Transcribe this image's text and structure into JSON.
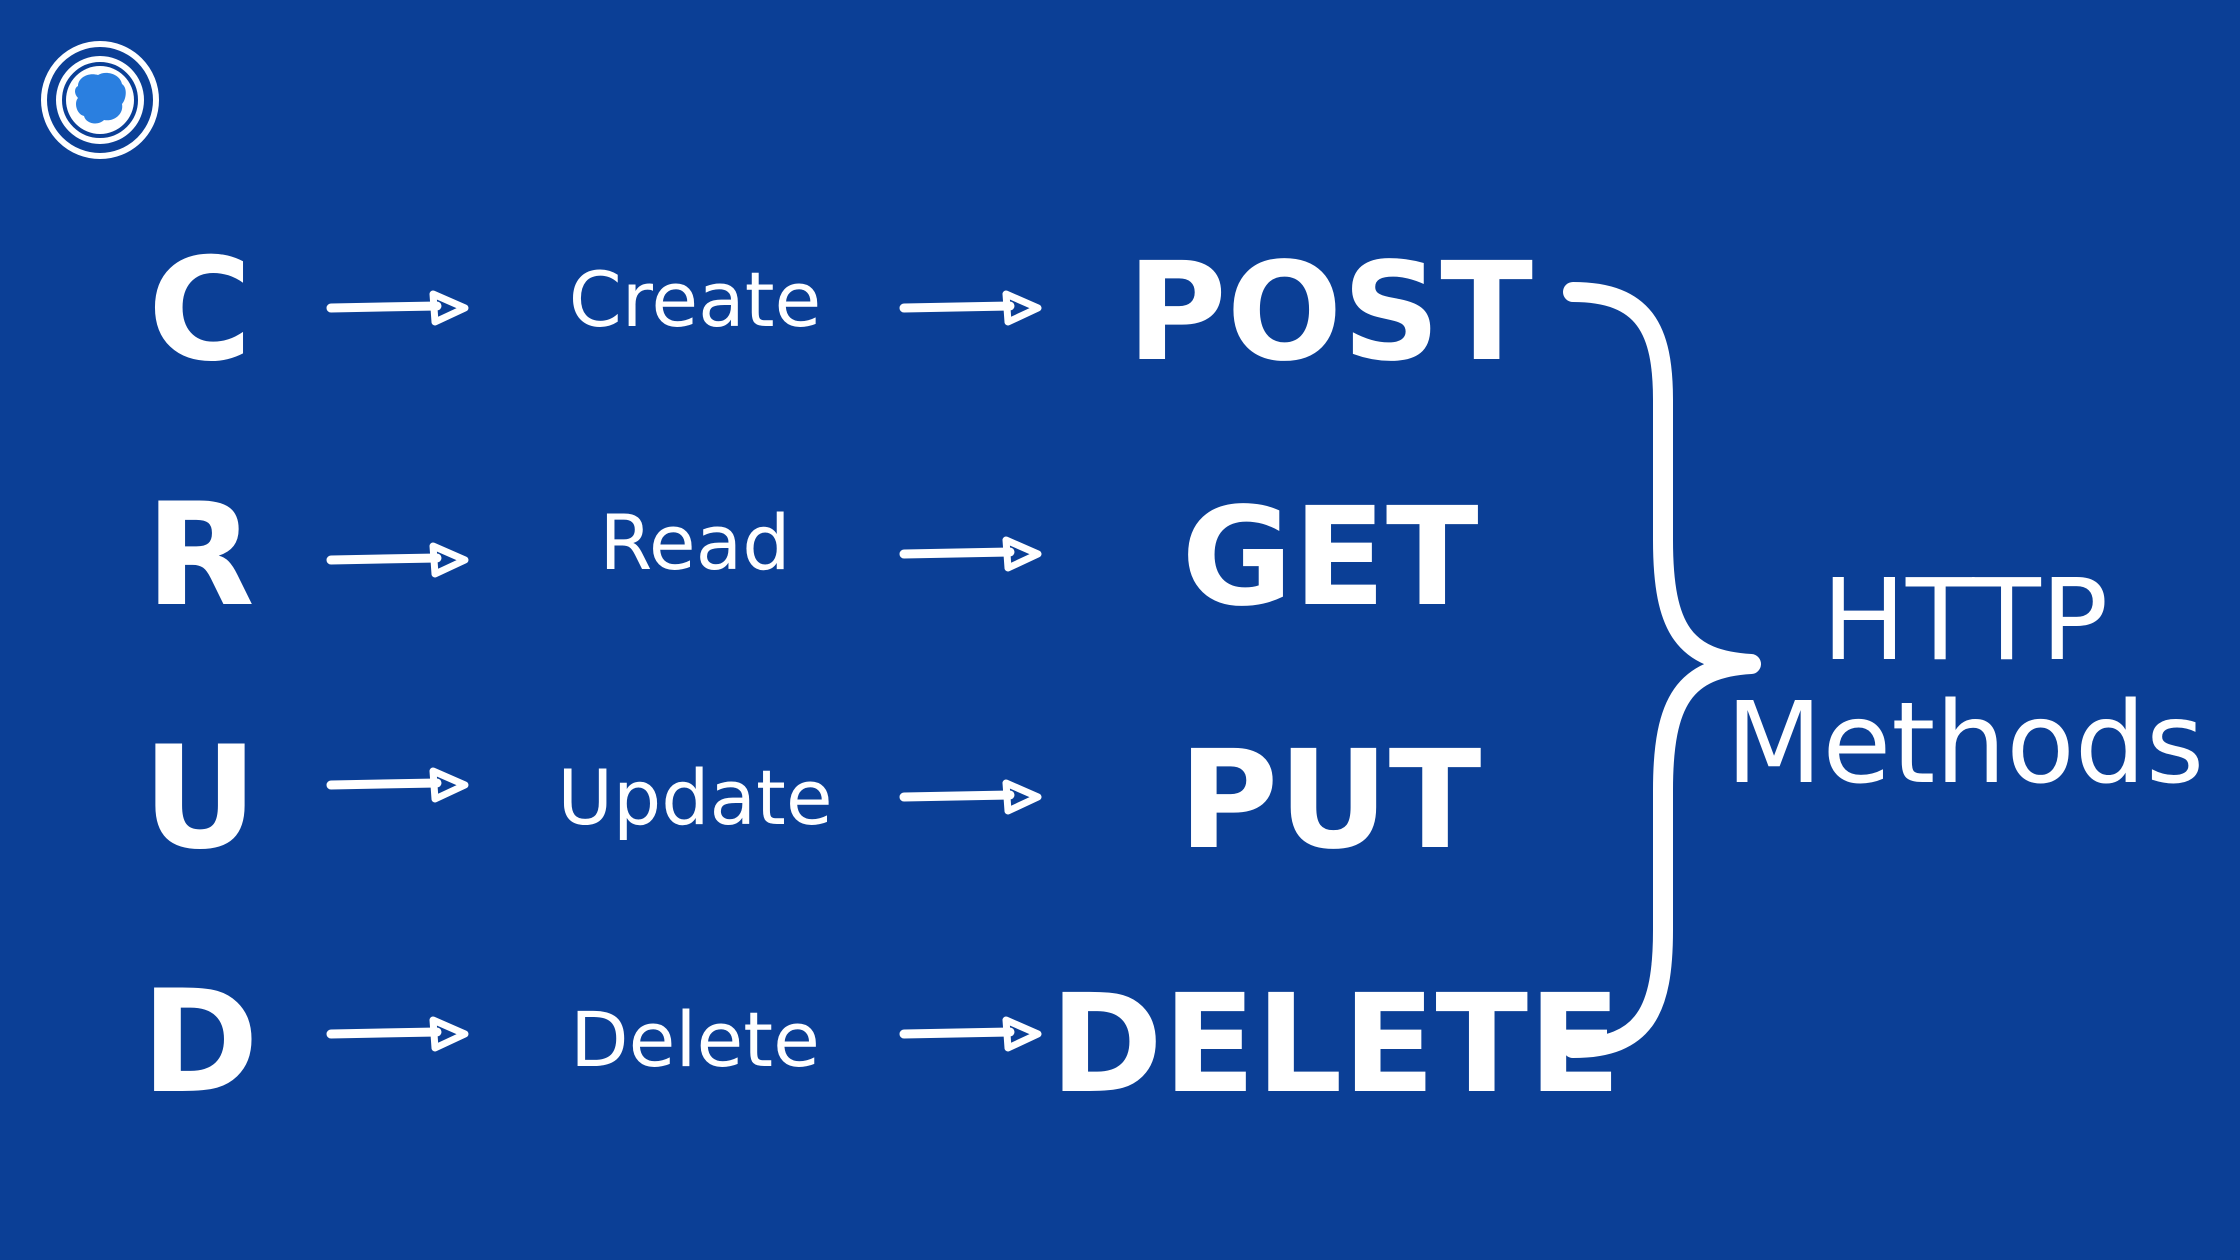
{
  "logo": {
    "icon": "brain-shield-icon"
  },
  "rows": [
    {
      "letter": "C",
      "operation": "Create",
      "method": "POST"
    },
    {
      "letter": "R",
      "operation": "Read",
      "method": "GET"
    },
    {
      "letter": "U",
      "operation": "Update",
      "method": "PUT"
    },
    {
      "letter": "D",
      "operation": "Delete",
      "method": "DELETE"
    }
  ],
  "group_label": {
    "line1": "HTTP",
    "line2": "Methods"
  },
  "colors": {
    "background": "#0b3f96",
    "foreground": "#ffffff",
    "logo_accent": "#2a7fe0"
  }
}
